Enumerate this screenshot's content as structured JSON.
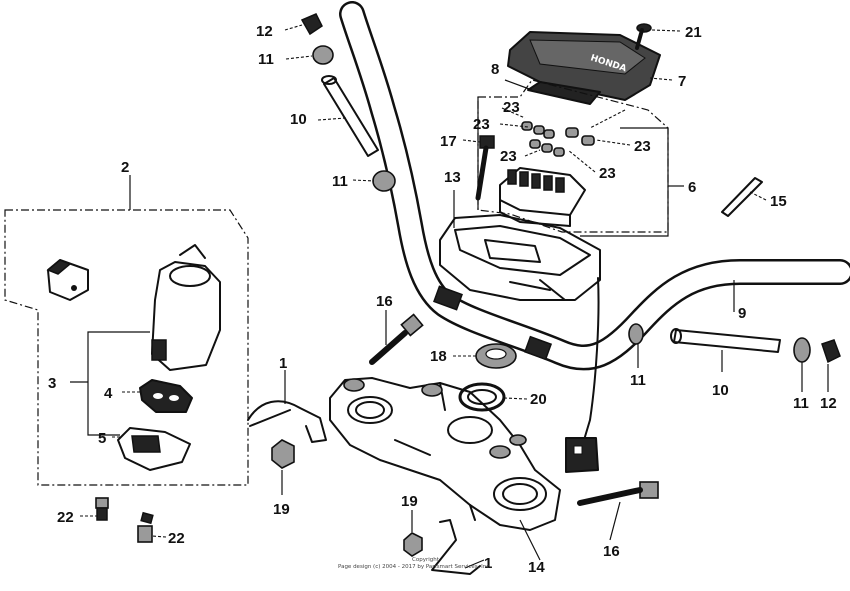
{
  "callouts": {
    "c1a": "1",
    "c1b": "1",
    "c2": "2",
    "c3": "3",
    "c4": "4",
    "c5": "5",
    "c6": "6",
    "c7": "7",
    "c8": "8",
    "c9": "9",
    "c10a": "10",
    "c10b": "10",
    "c11a": "11",
    "c11b": "11",
    "c11c": "11",
    "c11d": "11",
    "c12a": "12",
    "c12b": "12",
    "c13": "13",
    "c14": "14",
    "c15": "15",
    "c16a": "16",
    "c16b": "16",
    "c17": "17",
    "c18": "18",
    "c19a": "19",
    "c19b": "19",
    "c20": "20",
    "c21": "21",
    "c22a": "22",
    "c22b": "22",
    "c23a": "23",
    "c23b": "23",
    "c23c": "23",
    "c23d": "23",
    "c23e": "23"
  },
  "copyright": {
    "line1": "Copyright",
    "line2": "Page design (c) 2004 - 2017 by Partsmart Services, Inc."
  },
  "cover_text": "HONDA"
}
